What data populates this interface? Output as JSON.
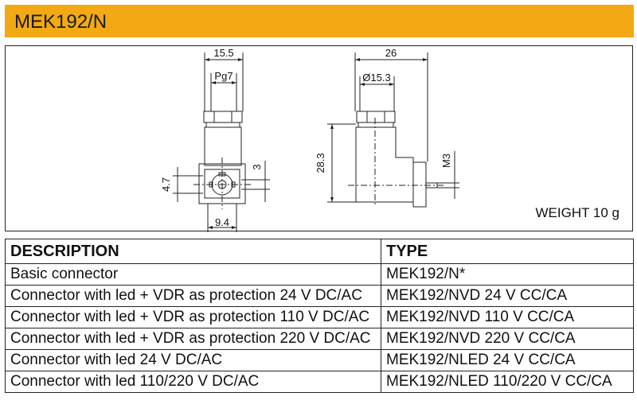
{
  "title": "MEK192/N",
  "drawing": {
    "dim_width_top": "15.5",
    "dim_pg": "Pg7",
    "dim_4_7": "4.7",
    "dim_3": "3",
    "dim_9_4": "9.4",
    "dim_26": "26",
    "dim_dia": "Ø15.3",
    "dim_28_3": "28.3",
    "dim_m3": "M3",
    "weight": "WEIGHT 10 g"
  },
  "table": {
    "headers": [
      "DESCRIPTION",
      "TYPE"
    ],
    "rows": [
      {
        "description": "Basic connector",
        "type": "MEK192/N*"
      },
      {
        "description": "Connector with led + VDR as protection 24 V DC/AC",
        "type": "MEK192/NVD     24 V CC/CA"
      },
      {
        "description": "Connector with led + VDR as protection 110 V DC/AC",
        "type": "MEK192/NVD    110 V CC/CA"
      },
      {
        "description": "Connector with led + VDR as protection 220 V DC/AC",
        "type": "MEK192/NVD    220 V  CC/CA"
      },
      {
        "description": "Connector with led 24 V DC/AC",
        "type": "MEK192/NLED     24 V  CC/CA"
      },
      {
        "description": "Connector with led 110/220 V DC/AC",
        "type": "MEK192/NLED   110/220 V CC/CA"
      }
    ]
  }
}
